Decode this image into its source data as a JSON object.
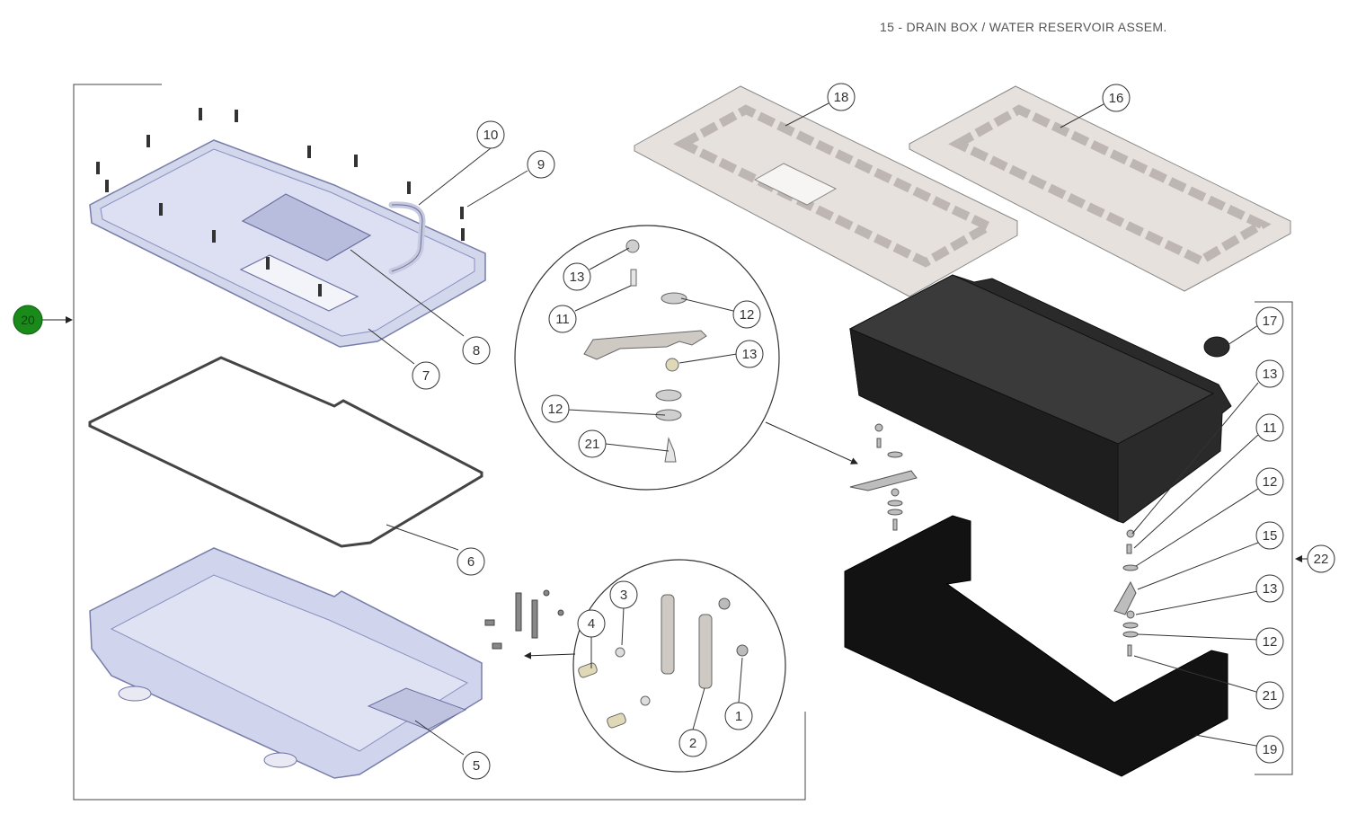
{
  "title": "15 - DRAIN BOX / WATER RESERVOIR ASSEM.",
  "callouts": {
    "c20": "20",
    "c10": "10",
    "c9": "9",
    "c8": "8",
    "c7": "7",
    "c6": "6",
    "c5": "5",
    "c4": "4",
    "c3": "3",
    "c2": "2",
    "c1": "1",
    "c13a": "13",
    "c11a": "11",
    "c12a": "12",
    "c13b": "13",
    "c12b": "12",
    "c21a": "21",
    "c18": "18",
    "c16": "16",
    "c17": "17",
    "c13c": "13",
    "c11b": "11",
    "c12c": "12",
    "c15": "15",
    "c13d": "13",
    "c12d": "12",
    "c21b": "21",
    "c19": "19",
    "c22": "22"
  },
  "colors": {
    "accent_green": "#1a8a1a",
    "transparent_part": "#c9cde6",
    "grid_part": "#e3dfda",
    "dark_part": "#1f1f1f",
    "line": "#333333"
  }
}
